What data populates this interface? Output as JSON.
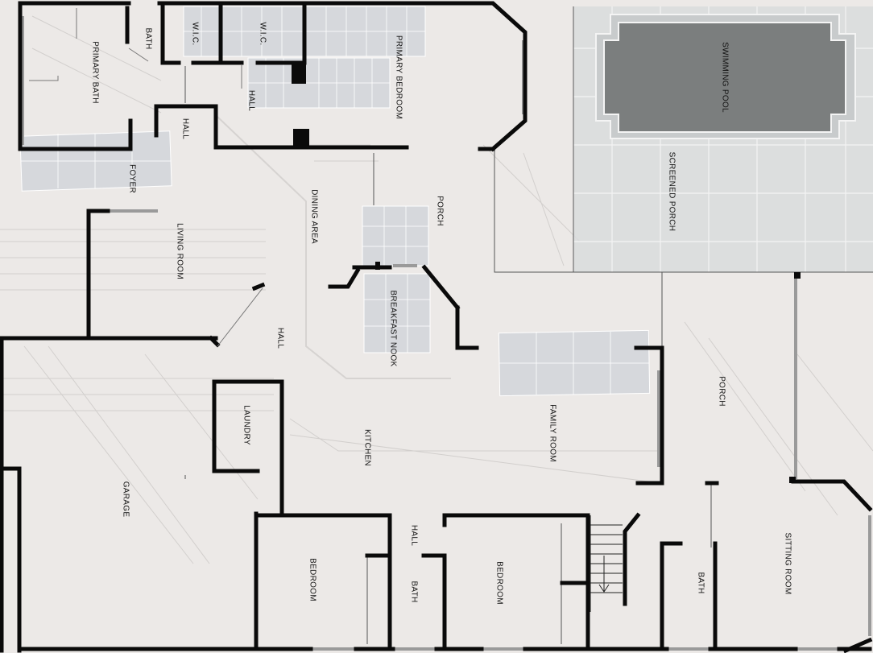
{
  "floorplan": {
    "rooms": {
      "primary_bath": "PRIMARY BATH",
      "bath_top": "BATH",
      "wic_left": "W.I.C.",
      "wic_right": "W.I.C.",
      "primary_bedroom": "PRIMARY BEDROOM",
      "hall_upper": "HALL",
      "hall_left": "HALL",
      "swimming_pool": "SWIMMING POOL",
      "screened_porch": "SCREENED PORCH",
      "foyer": "FOYER",
      "dining_area": "DINING AREA",
      "porch_center": "PORCH",
      "living_room": "LIVING ROOM",
      "breakfast_nook": "BREAKFAST NOOK",
      "hall_center": "HALL",
      "laundry": "LAUNDRY",
      "garage": "GARAGE",
      "kitchen": "KITCHEN",
      "family_room": "FAMILY ROOM",
      "porch_right": "PORCH",
      "hall_lower": "HALL",
      "bedroom_left": "BEDROOM",
      "bath_lower": "BATH",
      "bedroom_right": "BEDROOM",
      "bath_right": "BATH",
      "sitting_room": "SITTING ROOM"
    },
    "colors": {
      "background": "#ece9e7",
      "wall": "#0a0a0a",
      "roof": "#e4e1df",
      "solar_panel": "#d6d8dc",
      "pool_water": "#6f7272",
      "pool_enclosure": "#b7bcbd"
    }
  }
}
